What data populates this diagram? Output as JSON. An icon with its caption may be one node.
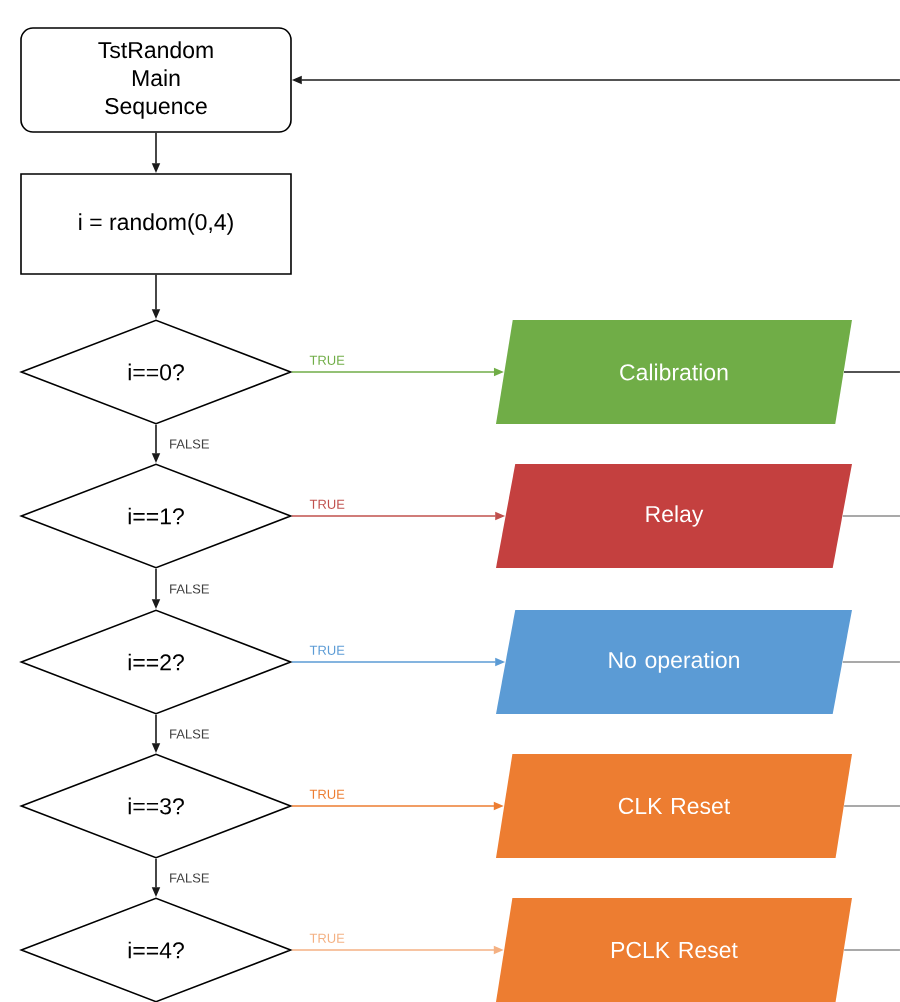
{
  "diagram": {
    "nodes": [
      {
        "text": [
          "TstRandom Main Sequence"
        ]
      },
      {
        "text": [
          "i = random(0,4)"
        ]
      },
      {
        "text": [
          "i==0?"
        ]
      },
      {
        "text": [
          "i==1?"
        ]
      },
      {
        "text": [
          "i==2?"
        ]
      },
      {
        "text": [
          "i==3?"
        ]
      },
      {
        "text": [
          "i==4?"
        ]
      },
      {
        "text": [
          "Calibration"
        ]
      },
      {
        "text": [
          "Relay"
        ]
      },
      {
        "text": [
          "No operation"
        ]
      },
      {
        "text": [
          "CLK Reset"
        ]
      },
      {
        "text": [
          "PCLK Reset"
        ]
      }
    ],
    "edges": [
      {
        "from": 0,
        "to": 1,
        "arrow": "to"
      },
      {
        "from": 1,
        "to": 2,
        "arrow": "to"
      },
      {
        "from": 2,
        "to": 3,
        "arrow": "to",
        "label": "FALSE"
      },
      {
        "from": 3,
        "to": 4,
        "arrow": "to",
        "label": "FALSE"
      },
      {
        "from": 4,
        "to": 5,
        "arrow": "to",
        "label": "FALSE"
      },
      {
        "from": 5,
        "to": 6,
        "arrow": "to",
        "label": "FALSE"
      },
      {
        "from": 2,
        "to": 7,
        "arrow": "to",
        "label": "TRUE",
        "color": "#70ad47"
      },
      {
        "from": 3,
        "to": 8,
        "arrow": "to",
        "label": "TRUE",
        "color": "#c0504d"
      },
      {
        "from": 4,
        "to": 9,
        "arrow": "to",
        "label": "TRUE",
        "color": "#5b9bd5"
      },
      {
        "from": 5,
        "to": 10,
        "arrow": "to",
        "label": "TRUE",
        "color": "#ed7d31"
      },
      {
        "from": 6,
        "to": 11,
        "arrow": "to",
        "label": "TRUE",
        "color": "#f4b183"
      },
      {
        "from": null,
        "to": 0,
        "arrow": "to"
      },
      {
        "from": 7,
        "to": null,
        "arrow": "none"
      },
      {
        "from": 8,
        "to": null,
        "arrow": "none",
        "color": "#8c8c8c"
      },
      {
        "from": 9,
        "to": null,
        "arrow": "none",
        "color": "#8c8c8c"
      },
      {
        "from": 10,
        "to": null,
        "arrow": "none",
        "color": "#8c8c8c"
      },
      {
        "from": 11,
        "to": null,
        "arrow": "none",
        "color": "#8c8c8c"
      }
    ]
  }
}
